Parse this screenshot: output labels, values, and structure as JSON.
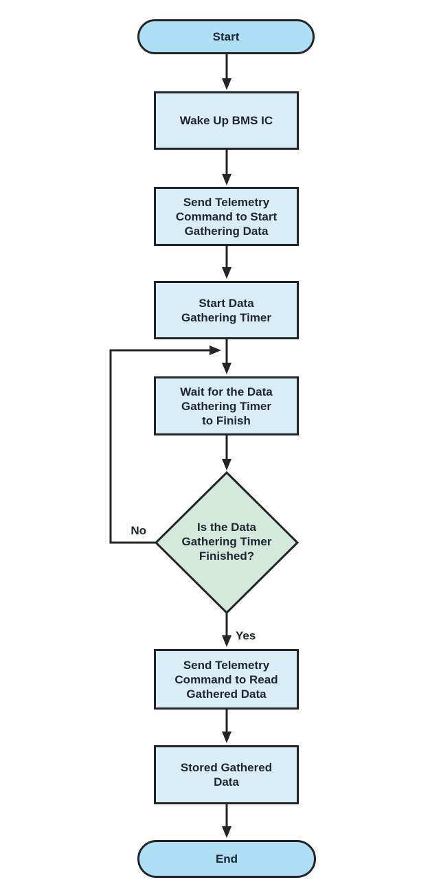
{
  "flowchart": {
    "nodes": {
      "start": {
        "type": "terminal",
        "label": "Start"
      },
      "wake_up": {
        "type": "process",
        "label": "Wake Up BMS IC"
      },
      "send_telemetry_start": {
        "type": "process",
        "label": [
          "Send Telemetry",
          "Command to Start",
          "Gathering Data"
        ]
      },
      "start_timer": {
        "type": "process",
        "label": [
          "Start Data",
          "Gathering Timer"
        ]
      },
      "wait_timer": {
        "type": "process",
        "label": [
          "Wait for the Data",
          "Gathering Timer",
          "to Finish"
        ]
      },
      "timer_finished": {
        "type": "decision",
        "label": [
          "Is the Data",
          "Gathering Timer",
          "Finished?"
        ]
      },
      "send_telemetry_read": {
        "type": "process",
        "label": [
          "Send Telemetry",
          "Command to Read",
          "Gathered Data"
        ]
      },
      "stored_data": {
        "type": "process",
        "label": [
          "Stored Gathered",
          "Data"
        ]
      },
      "end": {
        "type": "terminal",
        "label": "End"
      }
    },
    "edge_labels": {
      "no": "No",
      "yes": "Yes"
    },
    "colors": {
      "terminal_fill": "#aedff5",
      "process_fill": "#d9edf8",
      "decision_fill": "#d3e9dc",
      "stroke": "#232427",
      "text": "#1e2630"
    }
  }
}
